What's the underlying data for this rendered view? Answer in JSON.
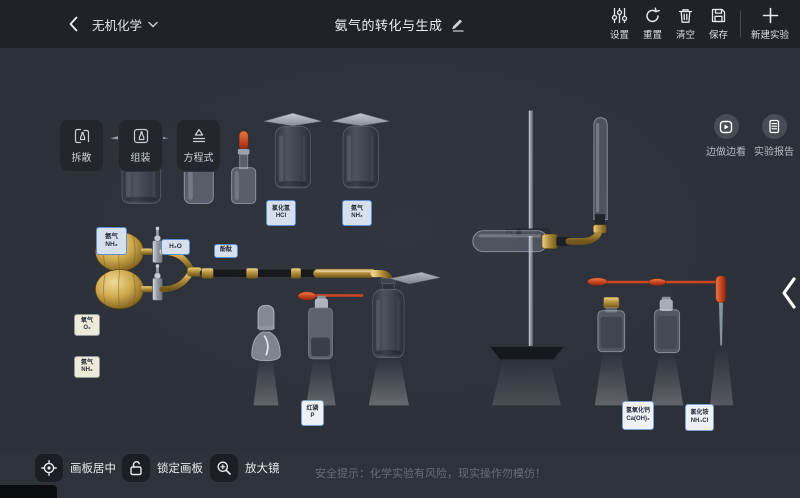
{
  "topbar": {
    "category": "无机化学",
    "title": "氨气的转化与生成",
    "actions": [
      {
        "id": "settings",
        "label": "设置"
      },
      {
        "id": "reset",
        "label": "重置"
      },
      {
        "id": "clear",
        "label": "清空"
      },
      {
        "id": "save",
        "label": "保存"
      },
      {
        "id": "new-experiment",
        "label": "新建实验"
      }
    ]
  },
  "toolbar": {
    "items": [
      {
        "id": "disassemble",
        "label": "拆散"
      },
      {
        "id": "assemble",
        "label": "组装"
      },
      {
        "id": "equation",
        "label": "方程式"
      }
    ]
  },
  "side_actions": [
    {
      "id": "watch-while-doing",
      "label": "边做边看"
    },
    {
      "id": "experiment-report",
      "label": "实验报告"
    }
  ],
  "bottom_tools": [
    {
      "id": "center-canvas",
      "label": "画板居中"
    },
    {
      "id": "lock-canvas",
      "label": "锁定画板"
    },
    {
      "id": "magnifier",
      "label": "放大镜"
    }
  ],
  "safety_tip": "安全提示：化学实验有风险，现实操作勿模仿！",
  "labels": {
    "nh3_left": [
      "氨气",
      "NH₃"
    ],
    "h2o": [
      "H₂O"
    ],
    "phenolphthalein": [
      "酚酞"
    ],
    "hcl": [
      "氯化氢",
      "HCl"
    ],
    "nh3_center": [
      "氨气",
      "NH₃"
    ],
    "o2_balloon": [
      "氧气",
      "O₂"
    ],
    "nh3_balloon": [
      "氨气",
      "NH₃"
    ],
    "red_p": [
      "红磷",
      "P"
    ],
    "caoh2": [
      "氢氧化钙",
      "Ca(OH)₂"
    ],
    "nh4cl": [
      "氯化铵",
      "NH₄Cl"
    ]
  },
  "colors": {
    "canvas_bg": "#2e323b",
    "topbar_bg": "#1f2227",
    "gold": "#b5913e",
    "red": "#c64722",
    "label_border": "#5d8fd2"
  }
}
